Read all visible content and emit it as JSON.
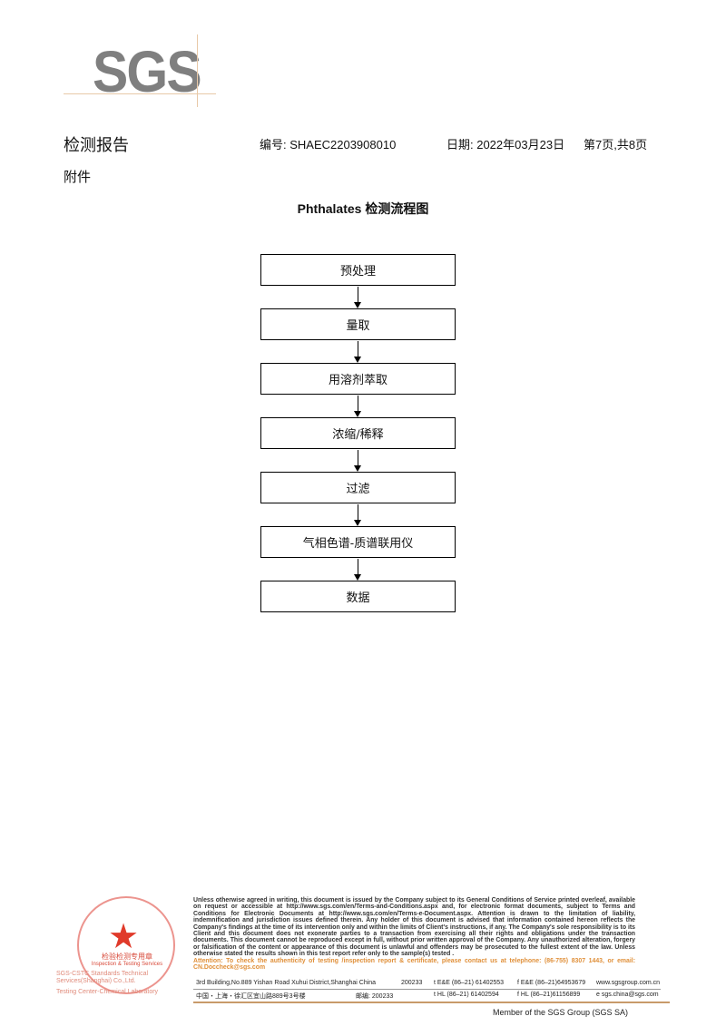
{
  "logo": "SGS",
  "header": {
    "title": "检测报告",
    "number": "编号: SHAEC2203908010",
    "date": "日期: 2022年03月23日",
    "page": "第7页,共8页"
  },
  "annex": "附件",
  "flow_title": "Phthalates 检测流程图",
  "flow_steps": [
    "预处理",
    "量取",
    "用溶剂萃取",
    "浓缩/稀释",
    "过滤",
    "气相色谱-质谱联用仪",
    "数据"
  ],
  "footer": {
    "legal": "Unless otherwise agreed in writing, this document is issued by the Company subject to its General Conditions of Service printed overleaf, available on request or accessible at http://www.sgs.com/en/Terms-and-Conditions.aspx and, for electronic format documents, subject to Terms and Conditions for Electronic Documents at http://www.sgs.com/en/Terms-e-Document.aspx. Attention is drawn to the limitation of liability, indemnification and jurisdiction issues defined therein. Any holder of this document is advised that information contained hereon reflects the Company's findings at the time of its intervention only and within the limits of Client's instructions, if any. The Company's sole responsibility is to its Client and this document does not exonerate parties to a transaction from exercising all their rights and obligations under the transaction documents. This document cannot be reproduced except in full, without prior written approval of the Company. Any unauthorized alteration, forgery or falsification of the content or appearance of this document is unlawful and offenders may be prosecuted to the fullest extent of the law. Unless otherwise stated the results shown in this test report refer only to the sample(s) tested .",
    "attention": "Attention: To check the authenticity of testing /inspection report & certificate, please contact us at telephone: (86-755) 8307 1443, or email: CN.Doccheck@sgs.com",
    "addr_en": "3rd Building,No.889 Yishan Road Xuhui District,Shanghai China",
    "zip_en": "200233",
    "tel1": "t E&E (86–21) 61402553",
    "fax1": "f E&E (86–21)64953679",
    "web": "www.sgsgroup.com.cn",
    "addr_cn": "中国・上海・徐汇区宜山路889号3号楼",
    "zip_cn": "邮编: 200233",
    "tel2": "t HL (86–21) 61402594",
    "fax2": "f HL (86–21)61156899",
    "email": "e sgs.china@sgs.com",
    "cstc1": "SGS-CSTC Standards Technical Services(Shanghai) Co.,Ltd.",
    "cstc2": "Testing Center-Chemical Laboratory",
    "member": "Member of the SGS Group (SGS SA)"
  },
  "stamp": {
    "cn": "检验检测专用章",
    "en": "Inspection & Testing Services",
    "color": "#e03a2a"
  }
}
